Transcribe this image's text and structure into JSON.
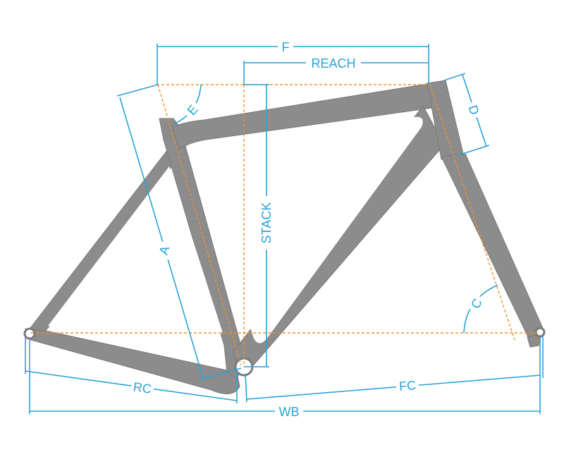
{
  "labels": {
    "a": "A",
    "c": "C",
    "d": "D",
    "e": "E",
    "f": "F",
    "reach": "REACH",
    "stack": "STACK",
    "rc": "RC",
    "fc": "FC",
    "wb": "WB"
  },
  "colors": {
    "dimension": "#29a3da",
    "guide": "#f0902a",
    "frame": "#8c8c8c",
    "background": "#ffffff"
  }
}
